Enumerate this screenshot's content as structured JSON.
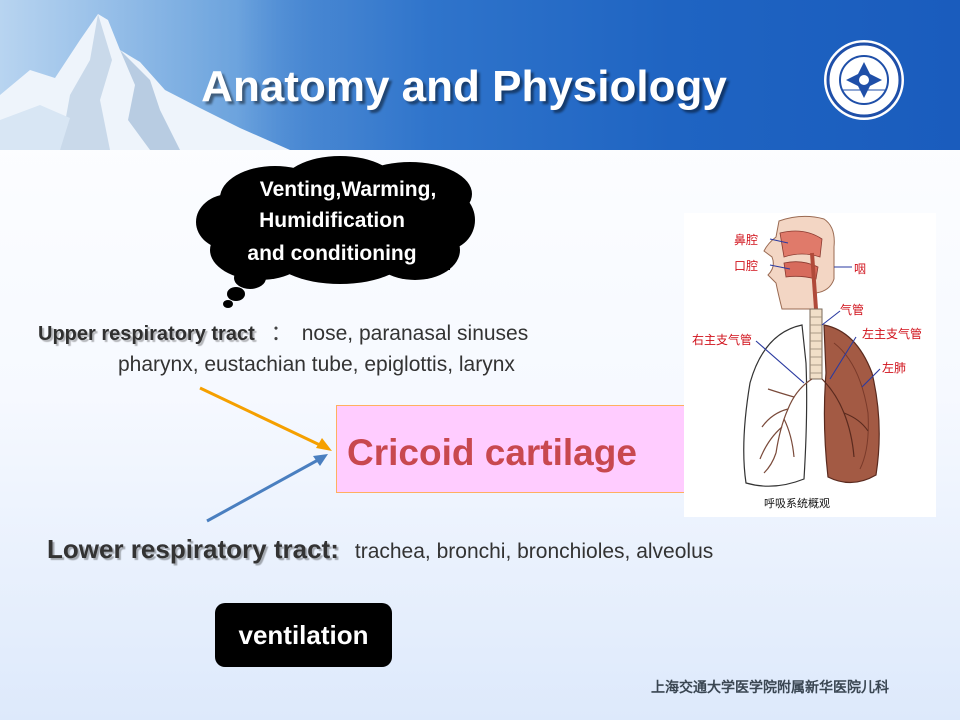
{
  "title": "Anatomy and Physiology",
  "thought_cloud": {
    "line1": "Venting,Warming,",
    "line2": "Humidification",
    "line3": "and conditioning"
  },
  "upper_tract": {
    "label": "Upper respiratory tract",
    "separator": "：",
    "items_line1": "nose, paranasal sinuses",
    "items_line2": "pharynx, eustachian tube, epiglottis, larynx"
  },
  "cricoid": "Cricoid cartilage",
  "lower_tract": {
    "label": "Lower respiratory tract:",
    "items": "trachea, bronchi, bronchioles, alveolus"
  },
  "ventilation": "ventilation",
  "anatomy_figure": {
    "labels": {
      "nasal_cavity": "鼻腔",
      "oral_cavity": "口腔",
      "pharynx": "咽",
      "trachea": "气管",
      "right_bronchus": "右主支气管",
      "left_bronchus": "左主支气管",
      "left_lung": "左肺"
    },
    "caption": "呼吸系统概观"
  },
  "footer": "上海交通大学医学院附属新华医院儿科",
  "colors": {
    "header_blue": "#1f64c2",
    "cricoid_background": "#ffccff",
    "cricoid_text": "#c8484f",
    "upper_arrow": "#f5a000",
    "lower_arrow": "#4a7fc0"
  }
}
